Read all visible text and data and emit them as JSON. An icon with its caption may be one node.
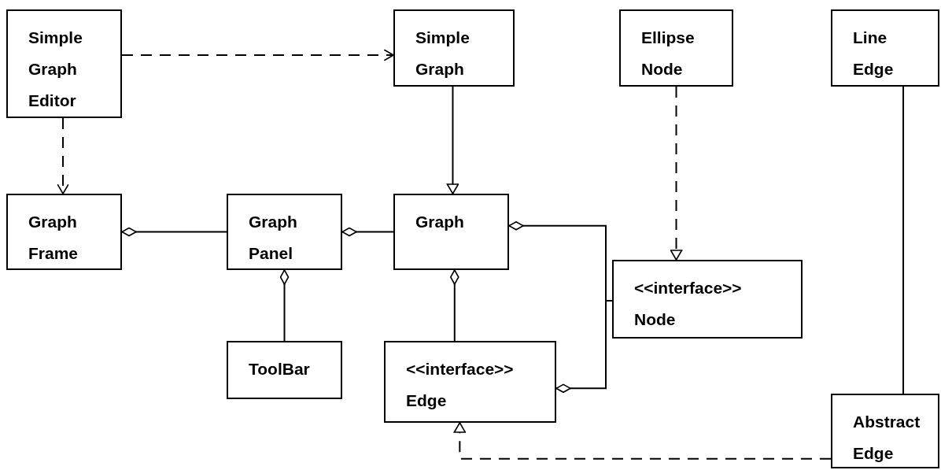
{
  "diagram": {
    "nodes": [
      {
        "text": [
          "Simple Graph Editor"
        ]
      },
      {
        "text": [
          "Simple Graph"
        ]
      },
      {
        "text": [
          "Ellipse Node"
        ]
      },
      {
        "text": [
          "Line Edge"
        ]
      },
      {
        "text": [
          "Graph Frame"
        ]
      },
      {
        "text": [
          "Graph Panel"
        ]
      },
      {
        "text": [
          "Graph"
        ]
      },
      {
        "text": [
          "<<interface>>",
          "Node"
        ]
      },
      {
        "text": [
          "ToolBar"
        ]
      },
      {
        "text": [
          "<<interface>>",
          "Edge"
        ]
      },
      {
        "text": [
          "Abstract Edge"
        ]
      }
    ],
    "edges": [
      {
        "from": 0,
        "to": 1,
        "arrow": "to",
        "style": "dashed"
      },
      {
        "from": 0,
        "to": 4,
        "arrow": "to",
        "style": "dashed"
      },
      {
        "from": 1,
        "to": 6,
        "arrow": "to"
      },
      {
        "from": 2,
        "to": 7,
        "arrow": "to",
        "style": "dashed"
      },
      {
        "from": 3,
        "to": 10,
        "arrow": "none"
      },
      {
        "from": 5,
        "to": 4,
        "arrow": "other"
      },
      {
        "from": 6,
        "to": 5,
        "arrow": "other"
      },
      {
        "from": 8,
        "to": 5,
        "arrow": "other"
      },
      {
        "from": 9,
        "to": 6,
        "arrow": "other"
      },
      {
        "from": 7,
        "to": 6,
        "arrow": "other"
      },
      {
        "from": 7,
        "to": 9,
        "arrow": "other"
      },
      {
        "from": 10,
        "to": 9,
        "arrow": "to",
        "style": "dashed"
      }
    ]
  }
}
